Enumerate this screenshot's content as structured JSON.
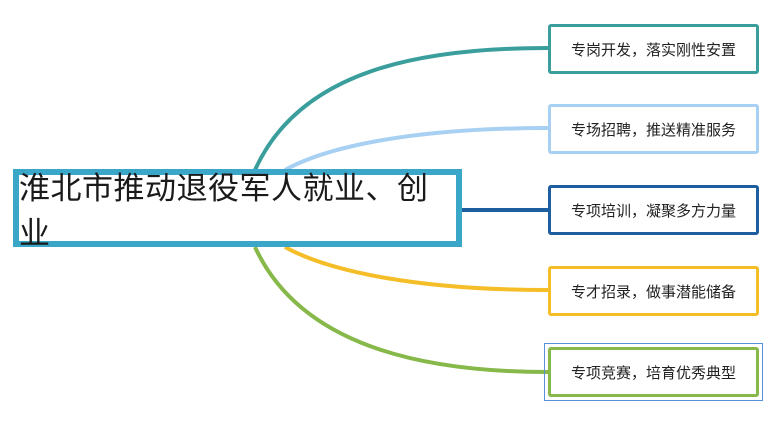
{
  "root": {
    "label": "淮北市推动退役军人就业、创业",
    "color": "#3aa6c8"
  },
  "branches": [
    {
      "label": "专岗开发，落实刚性安置",
      "color": "#3a9e9c"
    },
    {
      "label": "专场招聘，推送精准服务",
      "color": "#a8d0f2"
    },
    {
      "label": "专项培训，凝聚多方力量",
      "color": "#1d5f9e"
    },
    {
      "label": "专才招录，做事潜能储备",
      "color": "#f5bd27"
    },
    {
      "label": "专项竞赛，培育优秀典型",
      "color": "#86b84a"
    }
  ]
}
